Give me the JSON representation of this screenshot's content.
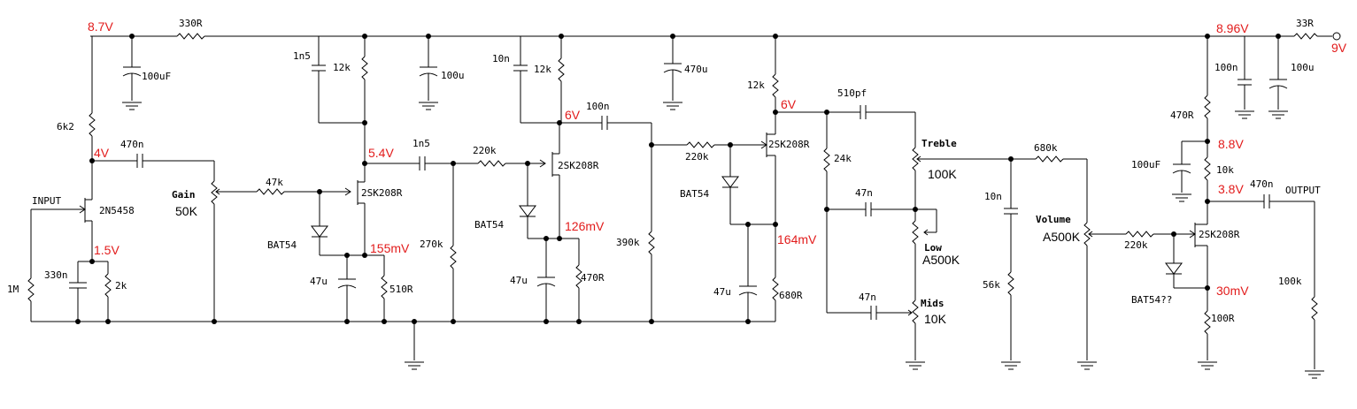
{
  "colors": {
    "wire": "#000000",
    "voltage": "#e21b1b",
    "background": "#ffffff"
  },
  "labels": {
    "in_label": "INPUT",
    "out_label": "OUTPUT",
    "r1m": "1M",
    "r6k2": "6k2",
    "r330r": "330R",
    "c100uf": "100uF",
    "q1": "2N5458",
    "c470n_1": "470n",
    "c330n": "330n",
    "r2k": "2k",
    "gain": "Gain",
    "gain_val": "50K",
    "r47k": "47k",
    "bat54_1": "BAT54",
    "q2": "2SK208R",
    "c1n5_top": "1n5",
    "r12k_1": "12k",
    "c100u_1": "100u",
    "c47u_1": "47u",
    "r510r": "510R",
    "c1n5_2": "1n5",
    "r270k": "270k",
    "r220k_1": "220k",
    "c10n_top": "10n",
    "r12k_2": "12k",
    "q3": "2SK208R",
    "bat54_2": "BAT54",
    "c47u_2": "47u",
    "r470r_1": "470R",
    "c100n_2": "100n",
    "c470u": "470u",
    "r390k": "390k",
    "r220k_2": "220k",
    "q4": "2SK208R",
    "bat54_3": "BAT54",
    "r12k_3": "12k",
    "c47u_3": "47u",
    "r680r": "680R",
    "c510pf": "510pf",
    "r24k": "24k",
    "c47n_1": "47n",
    "c47n_2": "47n",
    "treble": "Treble",
    "treble_val": "100K",
    "low": "Low",
    "low_val": "A500K",
    "mids": "Mids",
    "mids_val": "10K",
    "r680k": "680k",
    "c10n_2": "10n",
    "r56k": "56k",
    "volume": "Volume",
    "volume_val": "A500K",
    "r220k_3": "220k",
    "bat54_4": "BAT54??",
    "q5": "2SK208R",
    "r470r_2": "470R",
    "c100uf_2": "100uF",
    "r10k": "10k",
    "c470n_2": "470n",
    "r100k": "100k",
    "r100r": "100R",
    "c100n_3": "100n",
    "c100u_3": "100u",
    "r33r": "33R"
  },
  "voltages": {
    "v_8v7": "8.7V",
    "v_4v": "4V",
    "v_1v5": "1.5V",
    "v_5v4": "5.4V",
    "v_155mv": "155mV",
    "v_6v_1": "6V",
    "v_126mv": "126mV",
    "v_6v_2": "6V",
    "v_164mv": "164mV",
    "v_8v96": "8.96V",
    "v_9v": "9V",
    "v_8v8": "8.8V",
    "v_3v8": "3.8V",
    "v_30mv": "30mV"
  }
}
